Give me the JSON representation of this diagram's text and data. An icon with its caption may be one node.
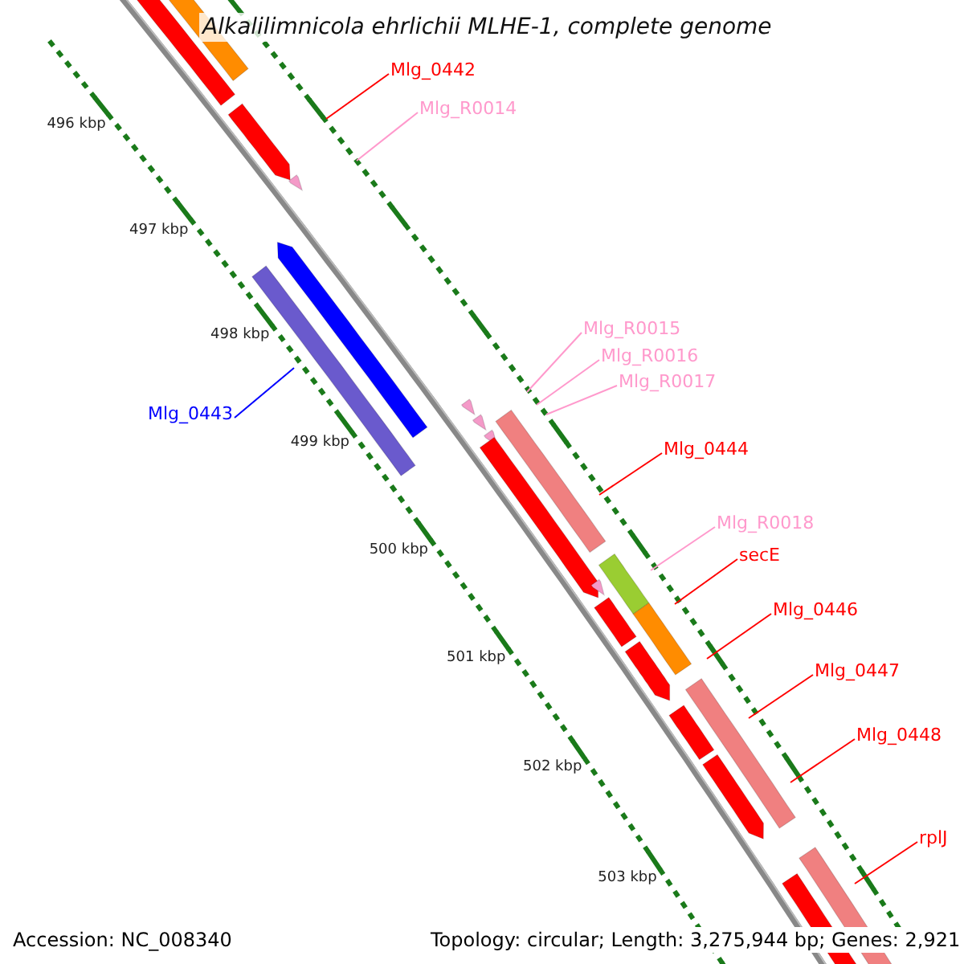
{
  "diagram": {
    "title": "Alkalilimnicola ehrlichii MLHE-1, complete genome",
    "nodes": [
      {
        "text": [
          "Mlg_0442"
        ]
      },
      {
        "text": [
          "Mlg_R0014"
        ]
      },
      {
        "text": [
          "Mlg_0443"
        ]
      },
      {
        "text": [
          "Mlg_R0015"
        ]
      },
      {
        "text": [
          "Mlg_R0016"
        ]
      },
      {
        "text": [
          "Mlg_R0017"
        ]
      },
      {
        "text": [
          "Mlg_0444"
        ]
      },
      {
        "text": [
          "Mlg_R0018"
        ]
      },
      {
        "text": [
          "secE"
        ]
      },
      {
        "text": [
          "Mlg_0446"
        ]
      },
      {
        "text": [
          "Mlg_0447"
        ]
      },
      {
        "text": [
          "Mlg_0448"
        ]
      },
      {
        "text": [
          "rplJ"
        ]
      }
    ],
    "edges": [
      {
        "from": 0,
        "to": null,
        "arrow": "none"
      },
      {
        "from": 1,
        "to": null,
        "arrow": "none",
        "color": "#ff99cc"
      },
      {
        "from": 2,
        "to": null,
        "arrow": "none",
        "color": "#0000ff"
      },
      {
        "from": 3,
        "to": null,
        "arrow": "none",
        "color": "#ff99cc"
      },
      {
        "from": 4,
        "to": null,
        "arrow": "none",
        "color": "#ff99cc"
      },
      {
        "from": 5,
        "to": null,
        "arrow": "none",
        "color": "#ff99cc"
      },
      {
        "from": 6,
        "to": null,
        "arrow": "none"
      },
      {
        "from": 7,
        "to": null,
        "arrow": "none",
        "color": "#ff99cc"
      },
      {
        "from": 8,
        "to": null,
        "arrow": "none"
      },
      {
        "from": 9,
        "to": null,
        "arrow": "none"
      },
      {
        "from": 10,
        "to": null,
        "arrow": "none"
      },
      {
        "from": 11,
        "to": null,
        "arrow": "none"
      },
      {
        "from": 12,
        "to": null,
        "arrow": "none"
      }
    ],
    "labels": [
      "496 kbp",
      "497 kbp",
      "498 kbp",
      "499 kbp",
      "500 kbp",
      "501 kbp",
      "502 kbp",
      "503 kbp",
      "Accession: NC_008340",
      "Topology: circular; Length: 3,275,944 bp; Genes: 2,921"
    ]
  }
}
